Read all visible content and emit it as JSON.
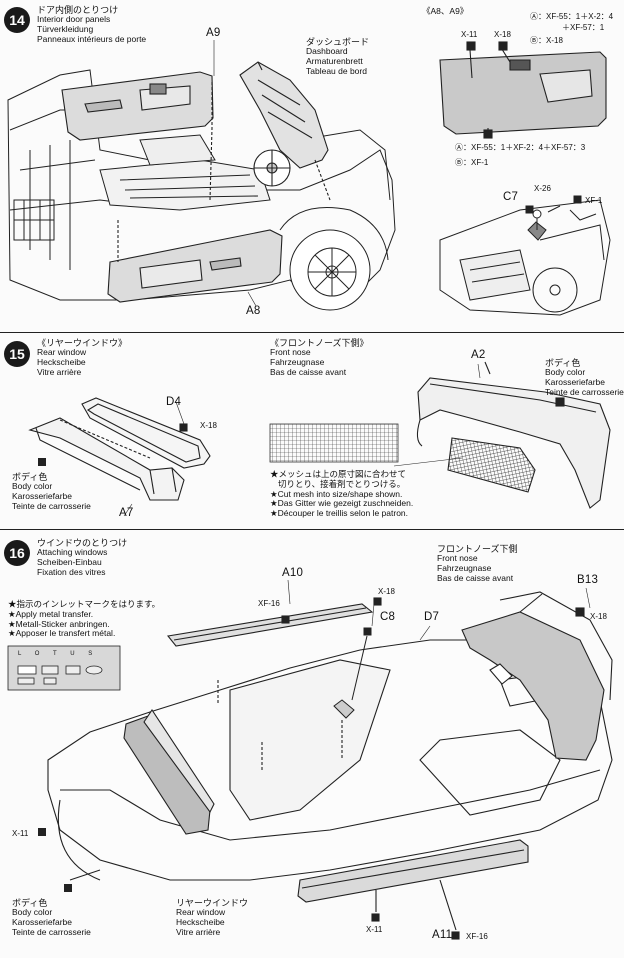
{
  "step14": {
    "number": "14",
    "jp": "ドア内側のとりつけ",
    "en": "Interior door panels",
    "de": "Türverkleidung",
    "fr": "Panneaux intérieurs de porte",
    "labels": {
      "a9": "A9",
      "a8": "A8",
      "c7": "C7"
    },
    "dashboard": {
      "jp": "ダッシュボード",
      "en": "Dashboard",
      "de": "Armaturenbrett",
      "fr": "Tableau de bord"
    },
    "inset_title": "《A8、A9》",
    "inset_x11": "X-11",
    "inset_x18_top": "X-18",
    "inset_a_mix": "Ⓐ：XF-55：1＋X-2：4",
    "inset_a_mix_cont": "＋XF-57：1",
    "inset_b_mix": "Ⓑ：X-18",
    "inset_a_bottom": "Ⓐ：XF-55：1＋XF-2：4＋XF-57：3",
    "inset_b_bottom": "Ⓑ：XF-1",
    "c7_x26": "X-26",
    "c7_xf1": "XF-1"
  },
  "step15": {
    "number": "15",
    "jp": "《リヤーウインドウ》",
    "en": "Rear window",
    "de": "Heckscheibe",
    "fr": "Vitre arrière",
    "d4": "D4",
    "a7": "A7",
    "x18": "X-18",
    "body_color": {
      "jp": "ボディ色",
      "en": "Body color",
      "de": "Karosseriefarbe",
      "fr": "Teinte de carrosserie"
    },
    "nose": {
      "jp": "《フロントノーズ下側》",
      "en": "Front nose",
      "de": "Fahrzeugnase",
      "fr": "Bas de caisse avant"
    },
    "a2": "A2",
    "body_color2": {
      "jp": "ボディ色",
      "en": "Body color",
      "de": "Karosseriefarbe",
      "fr": "Teinte de carrosserie"
    },
    "mesh_notes": [
      "★メッシュは上の原寸図に合わせて",
      "切りとり、接着剤でとりつける。",
      "★Cut mesh into size/shape shown.",
      "★Das Gitter wie gezeigt zuschneiden.",
      "★Découper le treillis selon le patron."
    ]
  },
  "step16": {
    "number": "16",
    "jp": "ウインドウのとりつけ",
    "en": "Attaching windows",
    "de": "Scheiben-Einbau",
    "fr": "Fixation des vitres",
    "transfer_notes": [
      "★指示のインレットマークをはります。",
      "★Apply metal transfer.",
      "★Metall-Sticker anbringen.",
      "★Apposer le transfert métal."
    ],
    "sheet_letters": [
      "L",
      "O",
      "T",
      "U",
      "S"
    ],
    "a10": "A10",
    "xf16_top": "XF-16",
    "x18_c8": "X-18",
    "c8": "C8",
    "d7": "D7",
    "nose": {
      "jp": "フロントノーズ下側",
      "en": "Front nose",
      "de": "Fahrzeugnase",
      "fr": "Bas de caisse avant"
    },
    "b13": "B13",
    "x18_b13": "X-18",
    "x11_left": "X-11",
    "body_color": {
      "jp": "ボディ色",
      "en": "Body color",
      "de": "Karosseriefarbe",
      "fr": "Teinte de carrosserie"
    },
    "rear_window": {
      "jp": "リヤーウインドウ",
      "en": "Rear window",
      "de": "Heckscheibe",
      "fr": "Vitre arrière"
    },
    "x11_bottom": "X-11",
    "a11": "A11",
    "xf16_bottom": "XF-16"
  }
}
